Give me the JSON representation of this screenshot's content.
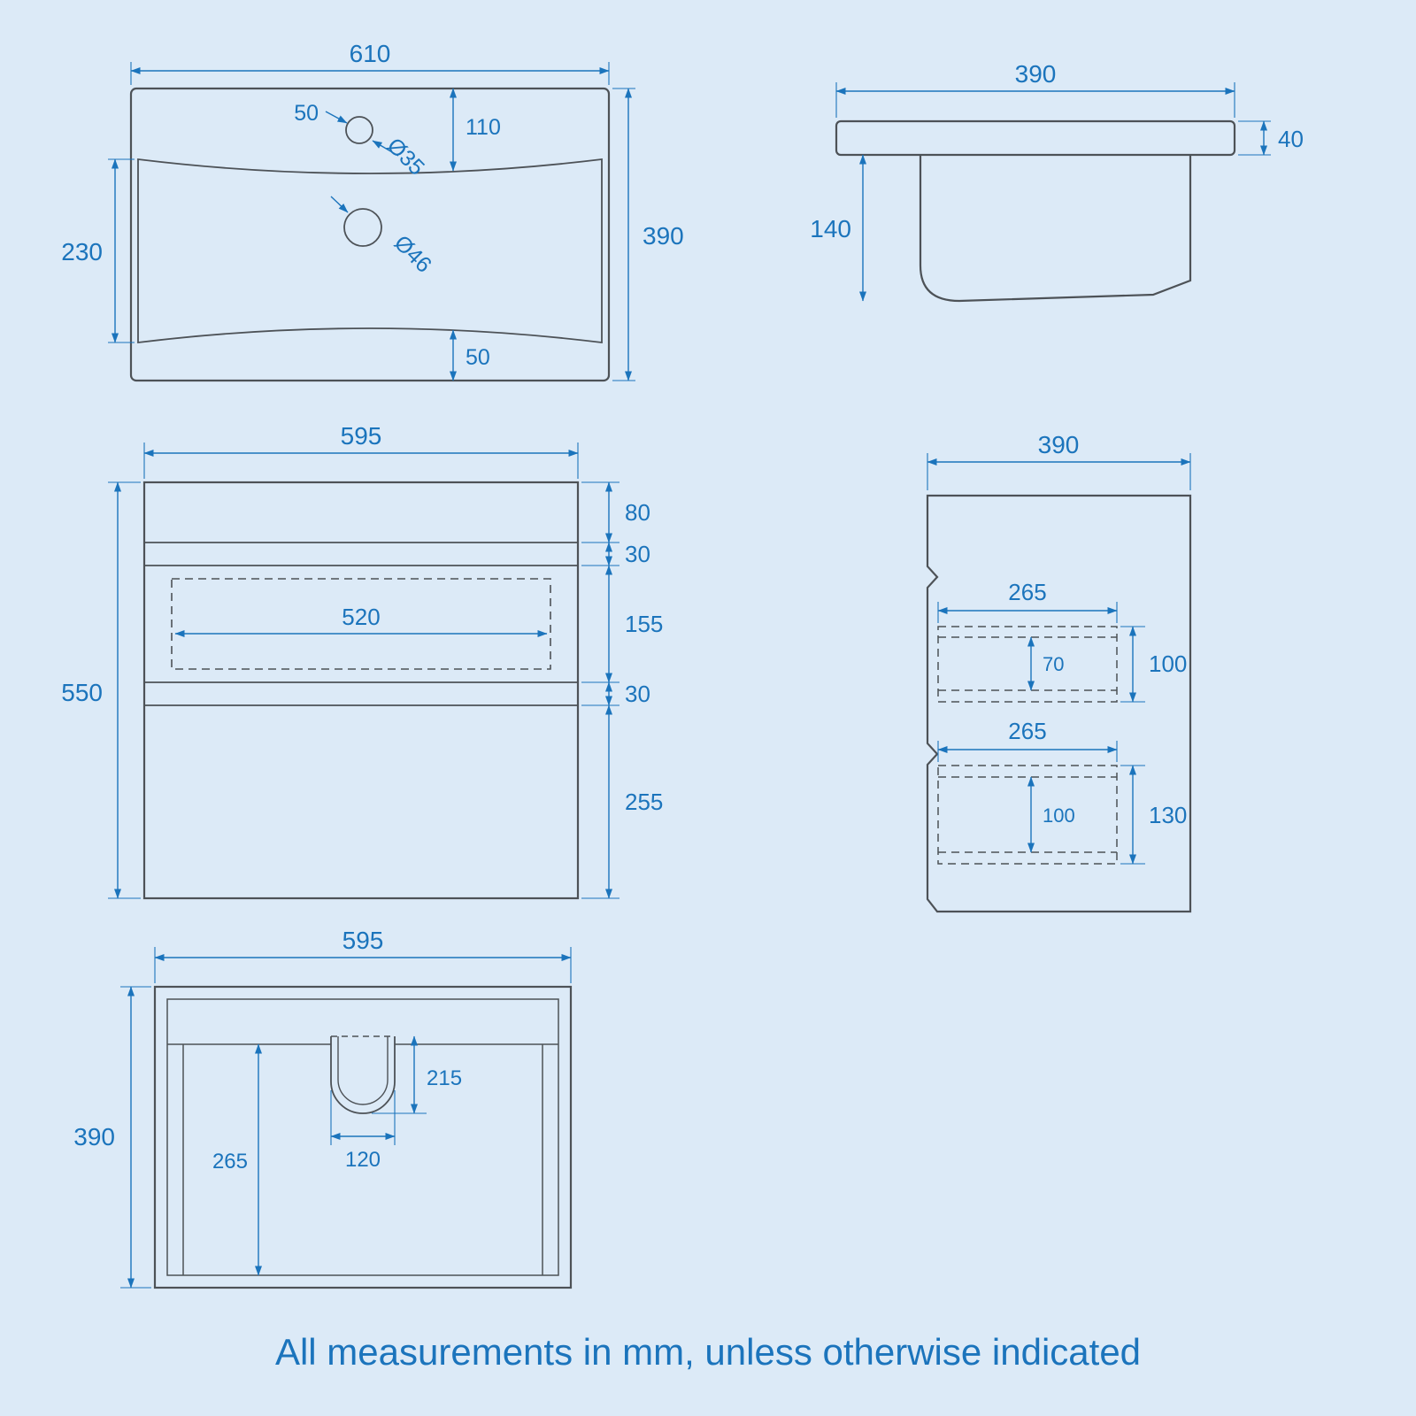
{
  "colors": {
    "background": "#dceaf7",
    "line": "#4d5257",
    "dimension": "#1b74bc"
  },
  "footer": {
    "note": "All measurements in mm, unless otherwise indicated"
  },
  "basin_top": {
    "width": "610",
    "depth": "390",
    "tap_offset": "50",
    "tap_diameter": "Ø35",
    "tap_inset": "110",
    "bowl_depth": "230",
    "drain_diameter": "Ø46",
    "front_rim": "50"
  },
  "basin_side": {
    "width": "390",
    "rim_height": "40",
    "bowl_height": "140"
  },
  "cabinet_front": {
    "width": "595",
    "height": "550",
    "top_panel": "80",
    "gap_top": "30",
    "drawer1_height": "155",
    "opening_width": "520",
    "gap_bottom": "30",
    "drawer2_height": "255"
  },
  "cabinet_side": {
    "depth": "390",
    "drawer1_depth": "265",
    "drawer1_inner_height": "70",
    "drawer1_height": "100",
    "drawer2_depth": "265",
    "drawer2_inner_height": "100",
    "drawer2_height": "130"
  },
  "cabinet_top": {
    "width": "595",
    "depth": "390",
    "cutout_depth": "215",
    "cutout_width": "120",
    "inner_depth": "265"
  }
}
